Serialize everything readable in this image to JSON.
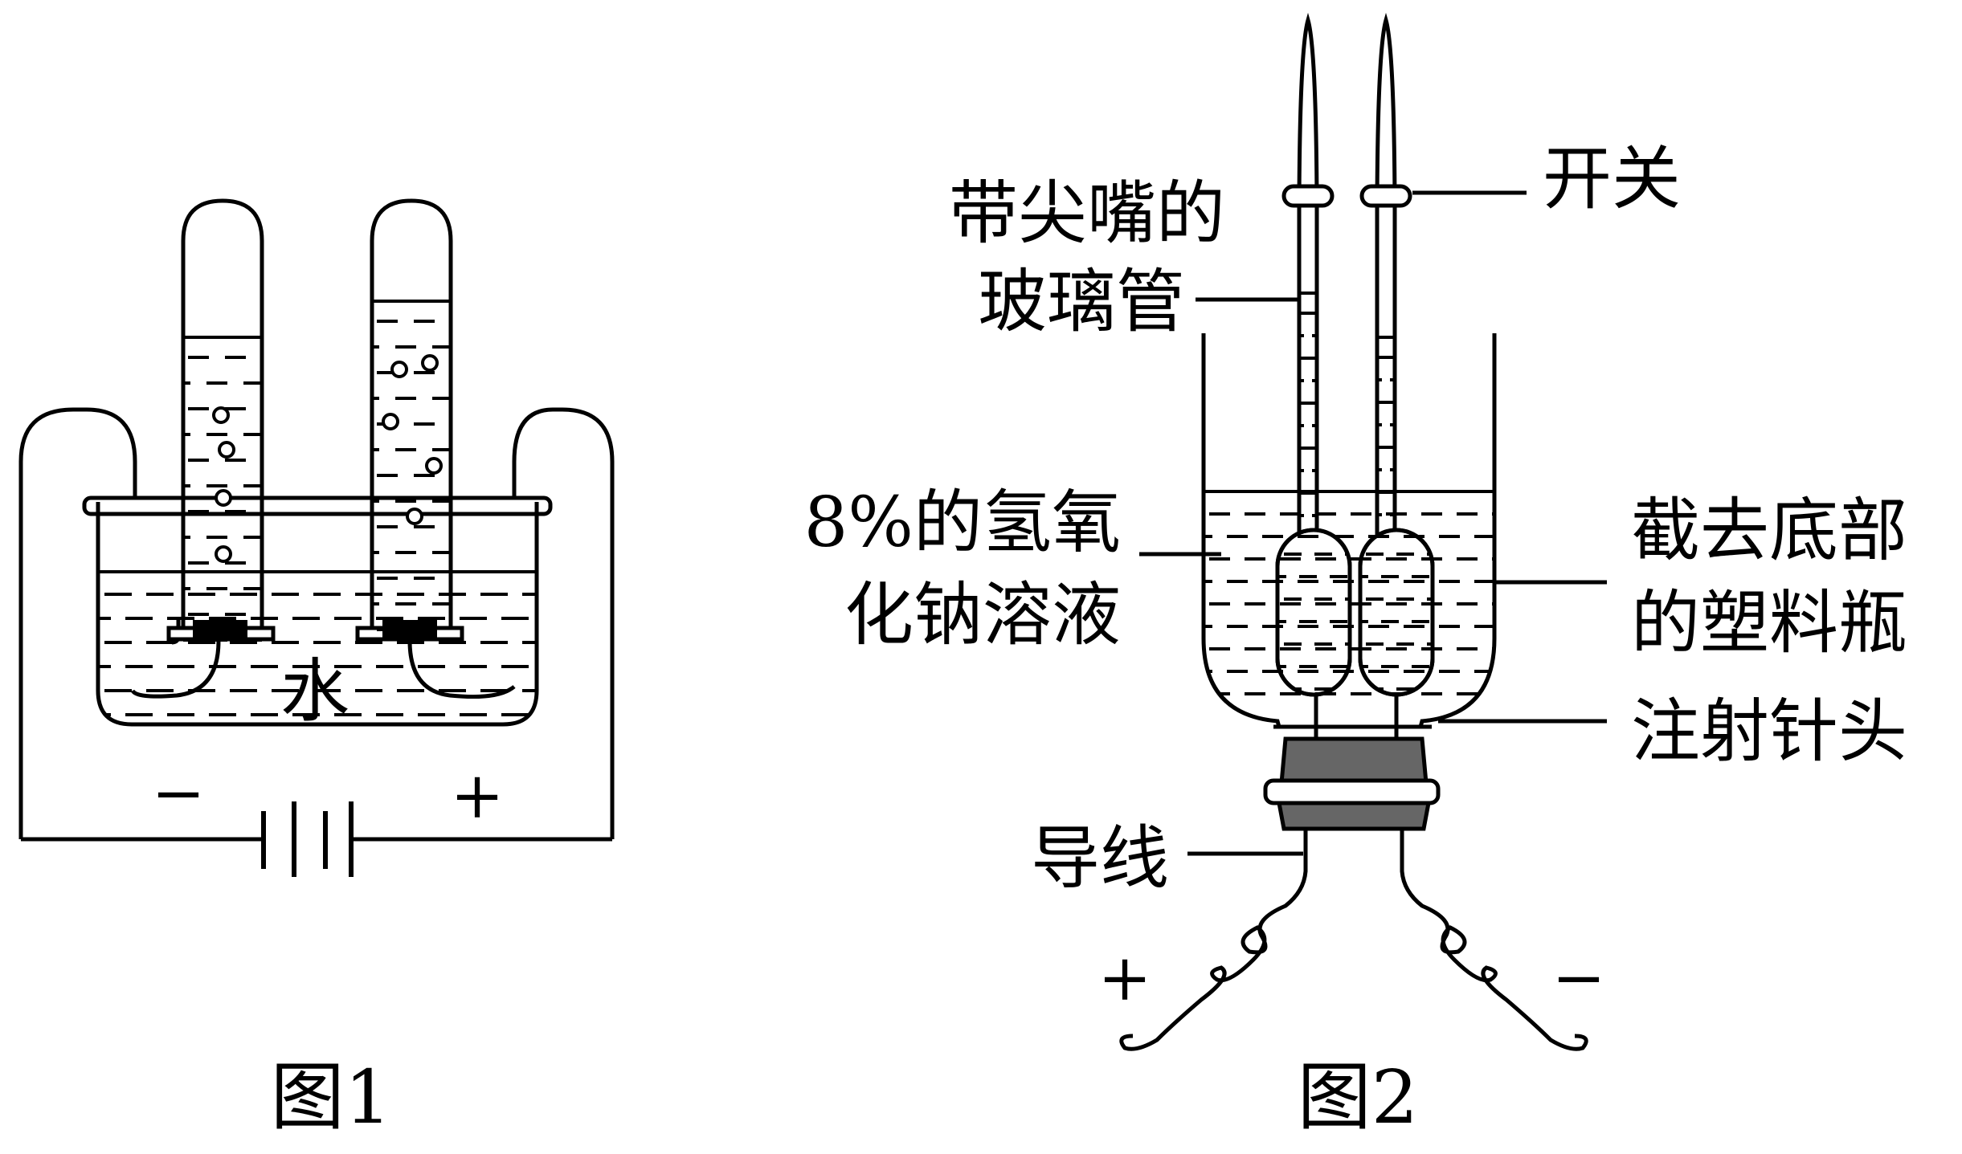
{
  "figure1": {
    "caption": "图1",
    "water_label": "水",
    "neg_sign": "−",
    "pos_sign": "+"
  },
  "figure2": {
    "caption": "图2",
    "labels": {
      "glass_tube_line1": "带尖嘴的",
      "glass_tube_line2": "玻璃管",
      "switch": "开关",
      "naoh_line1": "8%的氢氧",
      "naoh_line2": "化钠溶液",
      "bottle_line1": "截去底部",
      "bottle_line2": "的塑料瓶",
      "needle": "注射针头",
      "wire": "导线"
    },
    "pos_sign": "+",
    "neg_sign": "−"
  },
  "colors": {
    "line": "#000000",
    "stopper": "#666666"
  }
}
